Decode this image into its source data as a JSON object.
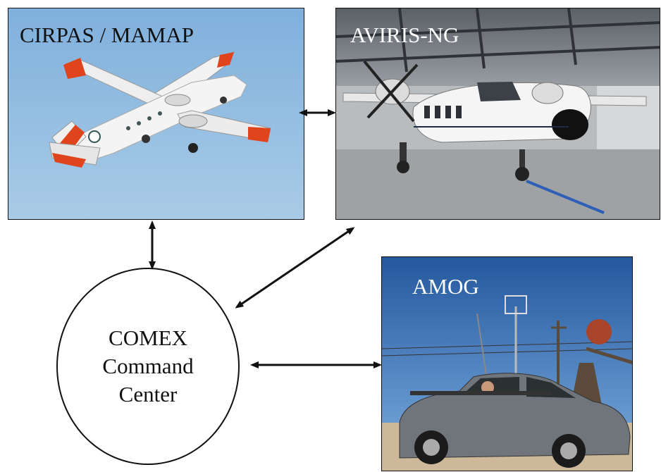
{
  "nodes": {
    "cirpas": {
      "label": "CIRPAS / MAMAP",
      "image": "white twin-engine aircraft with red-orange wingtips in blue sky"
    },
    "aviris": {
      "label": "AVIRIS-NG",
      "image": "white twin-turboprop aircraft parked in hangar"
    },
    "amog": {
      "label": "AMOG",
      "image": "grey sedan with roof-mounted instrument mast near oil pump jack"
    },
    "hub": {
      "line1": "COMEX",
      "line2": "Command",
      "line3": "Center"
    }
  },
  "links": [
    {
      "from": "cirpas",
      "to": "aviris",
      "direction": "both"
    },
    {
      "from": "cirpas",
      "to": "hub",
      "direction": "both"
    },
    {
      "from": "aviris",
      "to": "hub",
      "direction": "both"
    },
    {
      "from": "hub",
      "to": "amog",
      "direction": "both"
    }
  ],
  "colors": {
    "sky": "#8fb8dc",
    "aircraft_red": "#e0441c",
    "hangar_gray": "#8f949a",
    "amog_sky": "#2f6fb8",
    "car_gray": "#6f757b"
  }
}
